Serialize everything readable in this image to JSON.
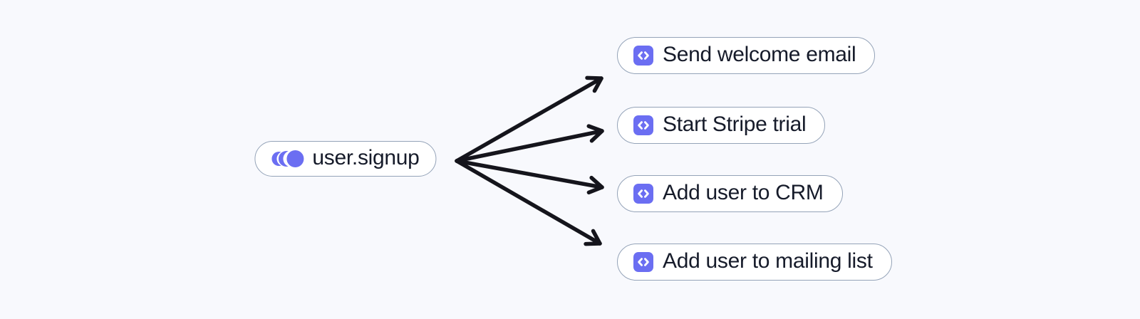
{
  "diagram": {
    "type": "event-fanout-flow",
    "source_node": {
      "label": "user.signup",
      "icon": "event-pulse-icon"
    },
    "target_nodes": [
      {
        "label": "Send welcome email",
        "icon": "code-icon"
      },
      {
        "label": "Start Stripe trial",
        "icon": "code-icon"
      },
      {
        "label": "Add user to CRM",
        "icon": "code-icon"
      },
      {
        "label": "Add user to mailing list",
        "icon": "code-icon"
      }
    ],
    "edges": [
      {
        "from": "user.signup",
        "to": "Send welcome email"
      },
      {
        "from": "user.signup",
        "to": "Start Stripe trial"
      },
      {
        "from": "user.signup",
        "to": "Add user to CRM"
      },
      {
        "from": "user.signup",
        "to": "Add user to mailing list"
      }
    ]
  },
  "colors": {
    "background": "#f8f9fd",
    "node_background": "#ffffff",
    "node_border": "#94a3b8",
    "accent": "#6b6ef2",
    "text": "#161b2a",
    "arrow": "#15151c"
  }
}
